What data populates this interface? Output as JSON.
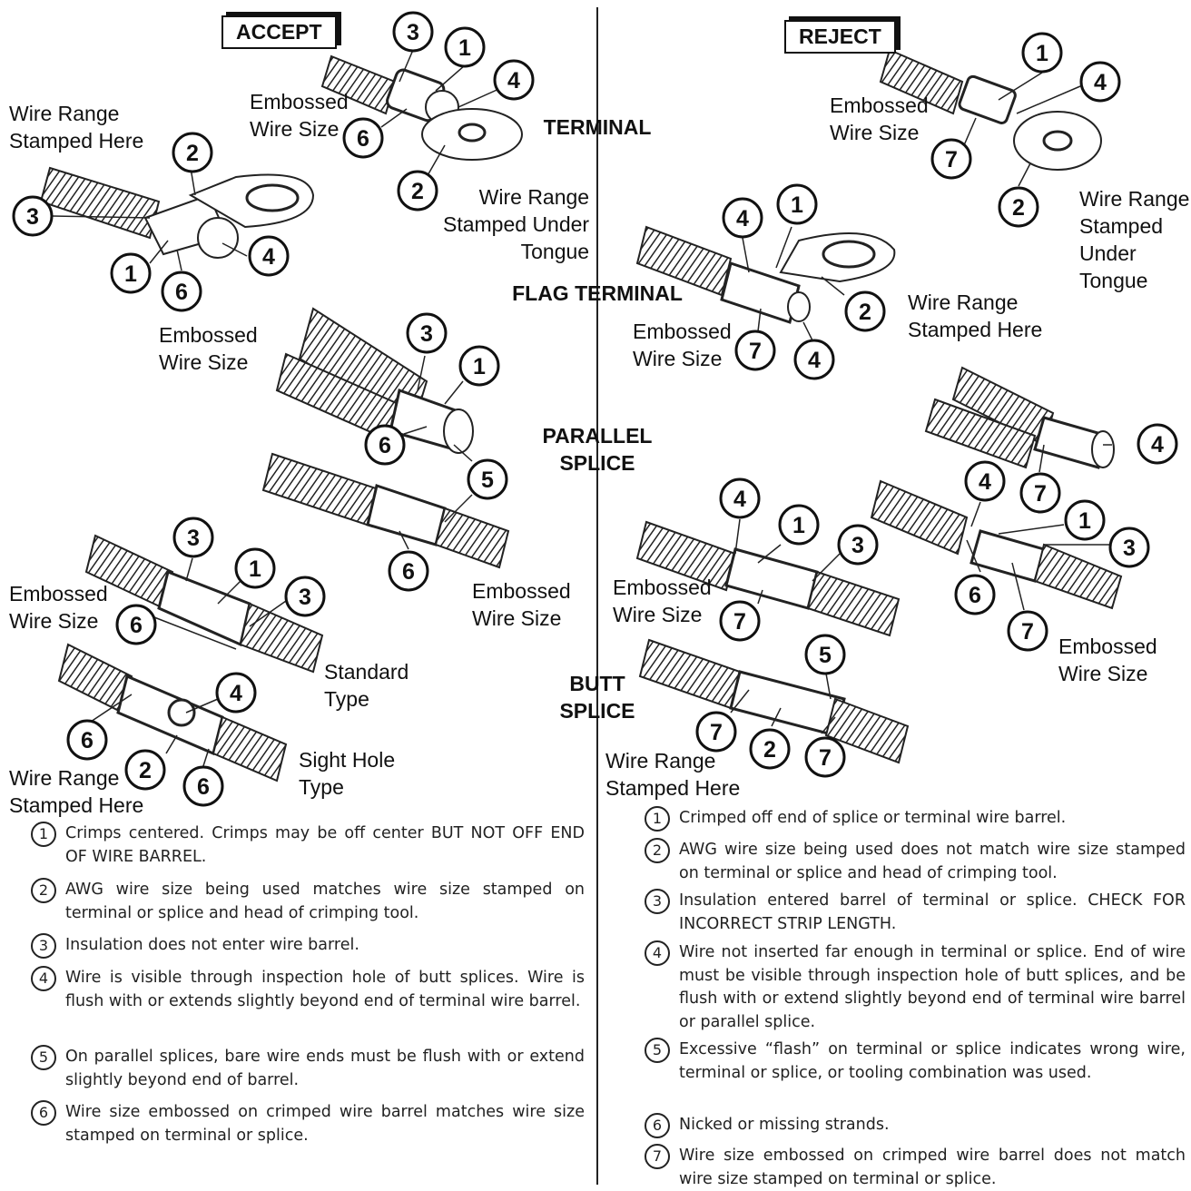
{
  "accept_label": "ACCEPT",
  "reject_label": "REJECT",
  "sections": {
    "terminal": "TERMINAL",
    "flag_terminal": "FLAG TERMINAL",
    "parallel_splice": "PARALLEL\nSPLICE",
    "butt_splice": "BUTT\nSPLICE"
  },
  "labels": {
    "wire_range_stamped_here": "Wire Range\nStamped Here",
    "embossed_wire_size": "Embossed\nWire Size",
    "wire_range_stamped_under_tongue": "Wire Range\nStamped Under\nTongue",
    "wire_range_stamped_under_tongue_stacked": "Wire Range\nStamped\nUnder\nTongue",
    "standard_type": "Standard\nType",
    "sight_hole_type": "Sight Hole\nType"
  },
  "accept_notes": [
    {
      "num": "1",
      "text": "Crimps centered. Crimps may be off center BUT NOT OFF END OF WIRE BARREL."
    },
    {
      "num": "2",
      "text": "AWG wire size being used matches wire size stamped on terminal or splice and head of crimping tool."
    },
    {
      "num": "3",
      "text": "Insulation does not enter wire barrel."
    },
    {
      "num": "4",
      "text": "Wire is visible through inspection hole of butt splices. Wire is flush with or extends slightly beyond end of terminal wire barrel."
    },
    {
      "num": "5",
      "text": "On parallel splices, bare wire ends must be flush with or extend slightly beyond end of barrel."
    },
    {
      "num": "6",
      "text": "Wire size embossed on crimped wire barrel matches wire size stamped on terminal or splice."
    }
  ],
  "reject_notes": [
    {
      "num": "1",
      "text": "Crimped off end of splice or terminal wire barrel."
    },
    {
      "num": "2",
      "text": "AWG wire size being used does not match wire size stamped on terminal or splice and head of crimping tool."
    },
    {
      "num": "3",
      "text": "Insulation entered barrel of terminal or splice. CHECK FOR INCORRECT STRIP LENGTH."
    },
    {
      "num": "4",
      "text": "Wire not inserted far enough in terminal or splice. End of wire must be visible through inspection hole of butt splices, and be flush with or extend slightly beyond end of terminal wire barrel or parallel splice."
    },
    {
      "num": "5",
      "text": "Excessive “flash” on terminal or splice indicates wrong wire, terminal or splice, or tooling combination was used."
    },
    {
      "num": "6",
      "text": "Nicked or missing strands."
    },
    {
      "num": "7",
      "text": "Wire size embossed on crimped wire barrel does not match wire size stamped on terminal or splice."
    }
  ],
  "callouts": [
    "1",
    "2",
    "3",
    "4",
    "5",
    "6",
    "7"
  ]
}
